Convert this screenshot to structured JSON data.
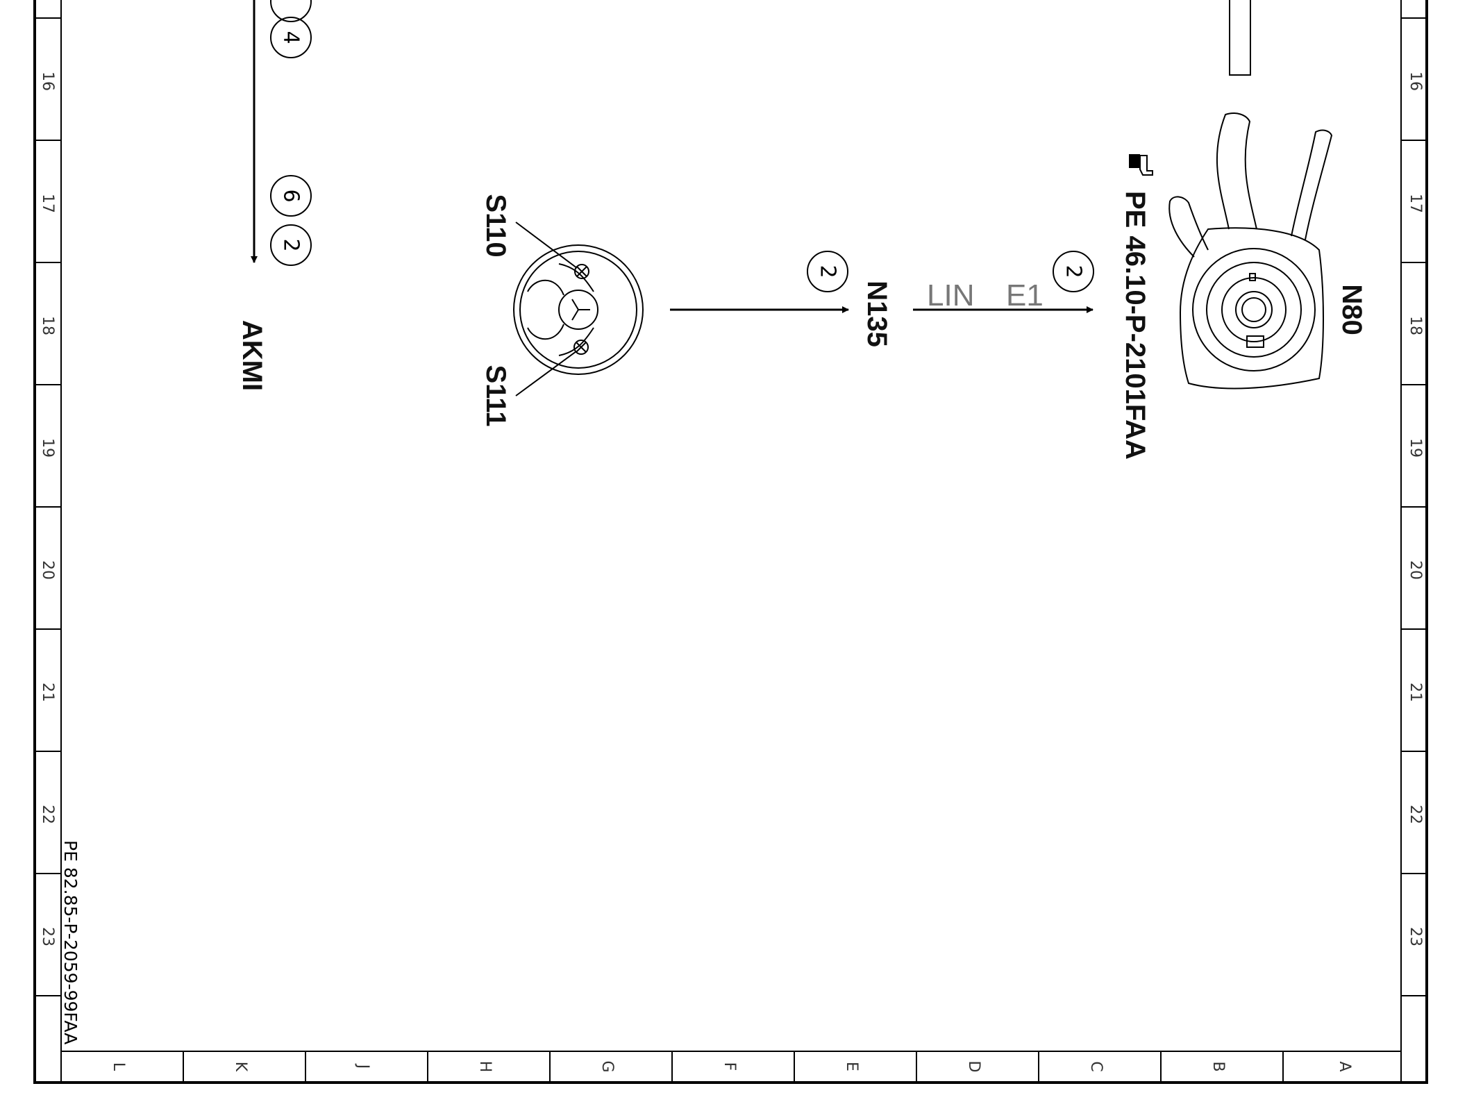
{
  "row_numbers": [
    "16",
    "17",
    "18",
    "19",
    "20",
    "21",
    "22",
    "23"
  ],
  "column_letters": [
    "L",
    "K",
    "J",
    "H",
    "G",
    "F",
    "E",
    "D",
    "C",
    "B",
    "A"
  ],
  "labels": {
    "akmi": "AKMI",
    "s110": "S110",
    "s111": "S111",
    "n135": "N135",
    "lin": "LIN",
    "e1": "E1",
    "n80": "N80",
    "pe_ref": "PE 46.10-P-2101FAA",
    "doc_ref": "PE 82.85-P-2059-99FAA"
  },
  "connectors": {
    "a1": "4",
    "a2": "6",
    "a3": "2",
    "n135": "2",
    "e1": "2"
  }
}
